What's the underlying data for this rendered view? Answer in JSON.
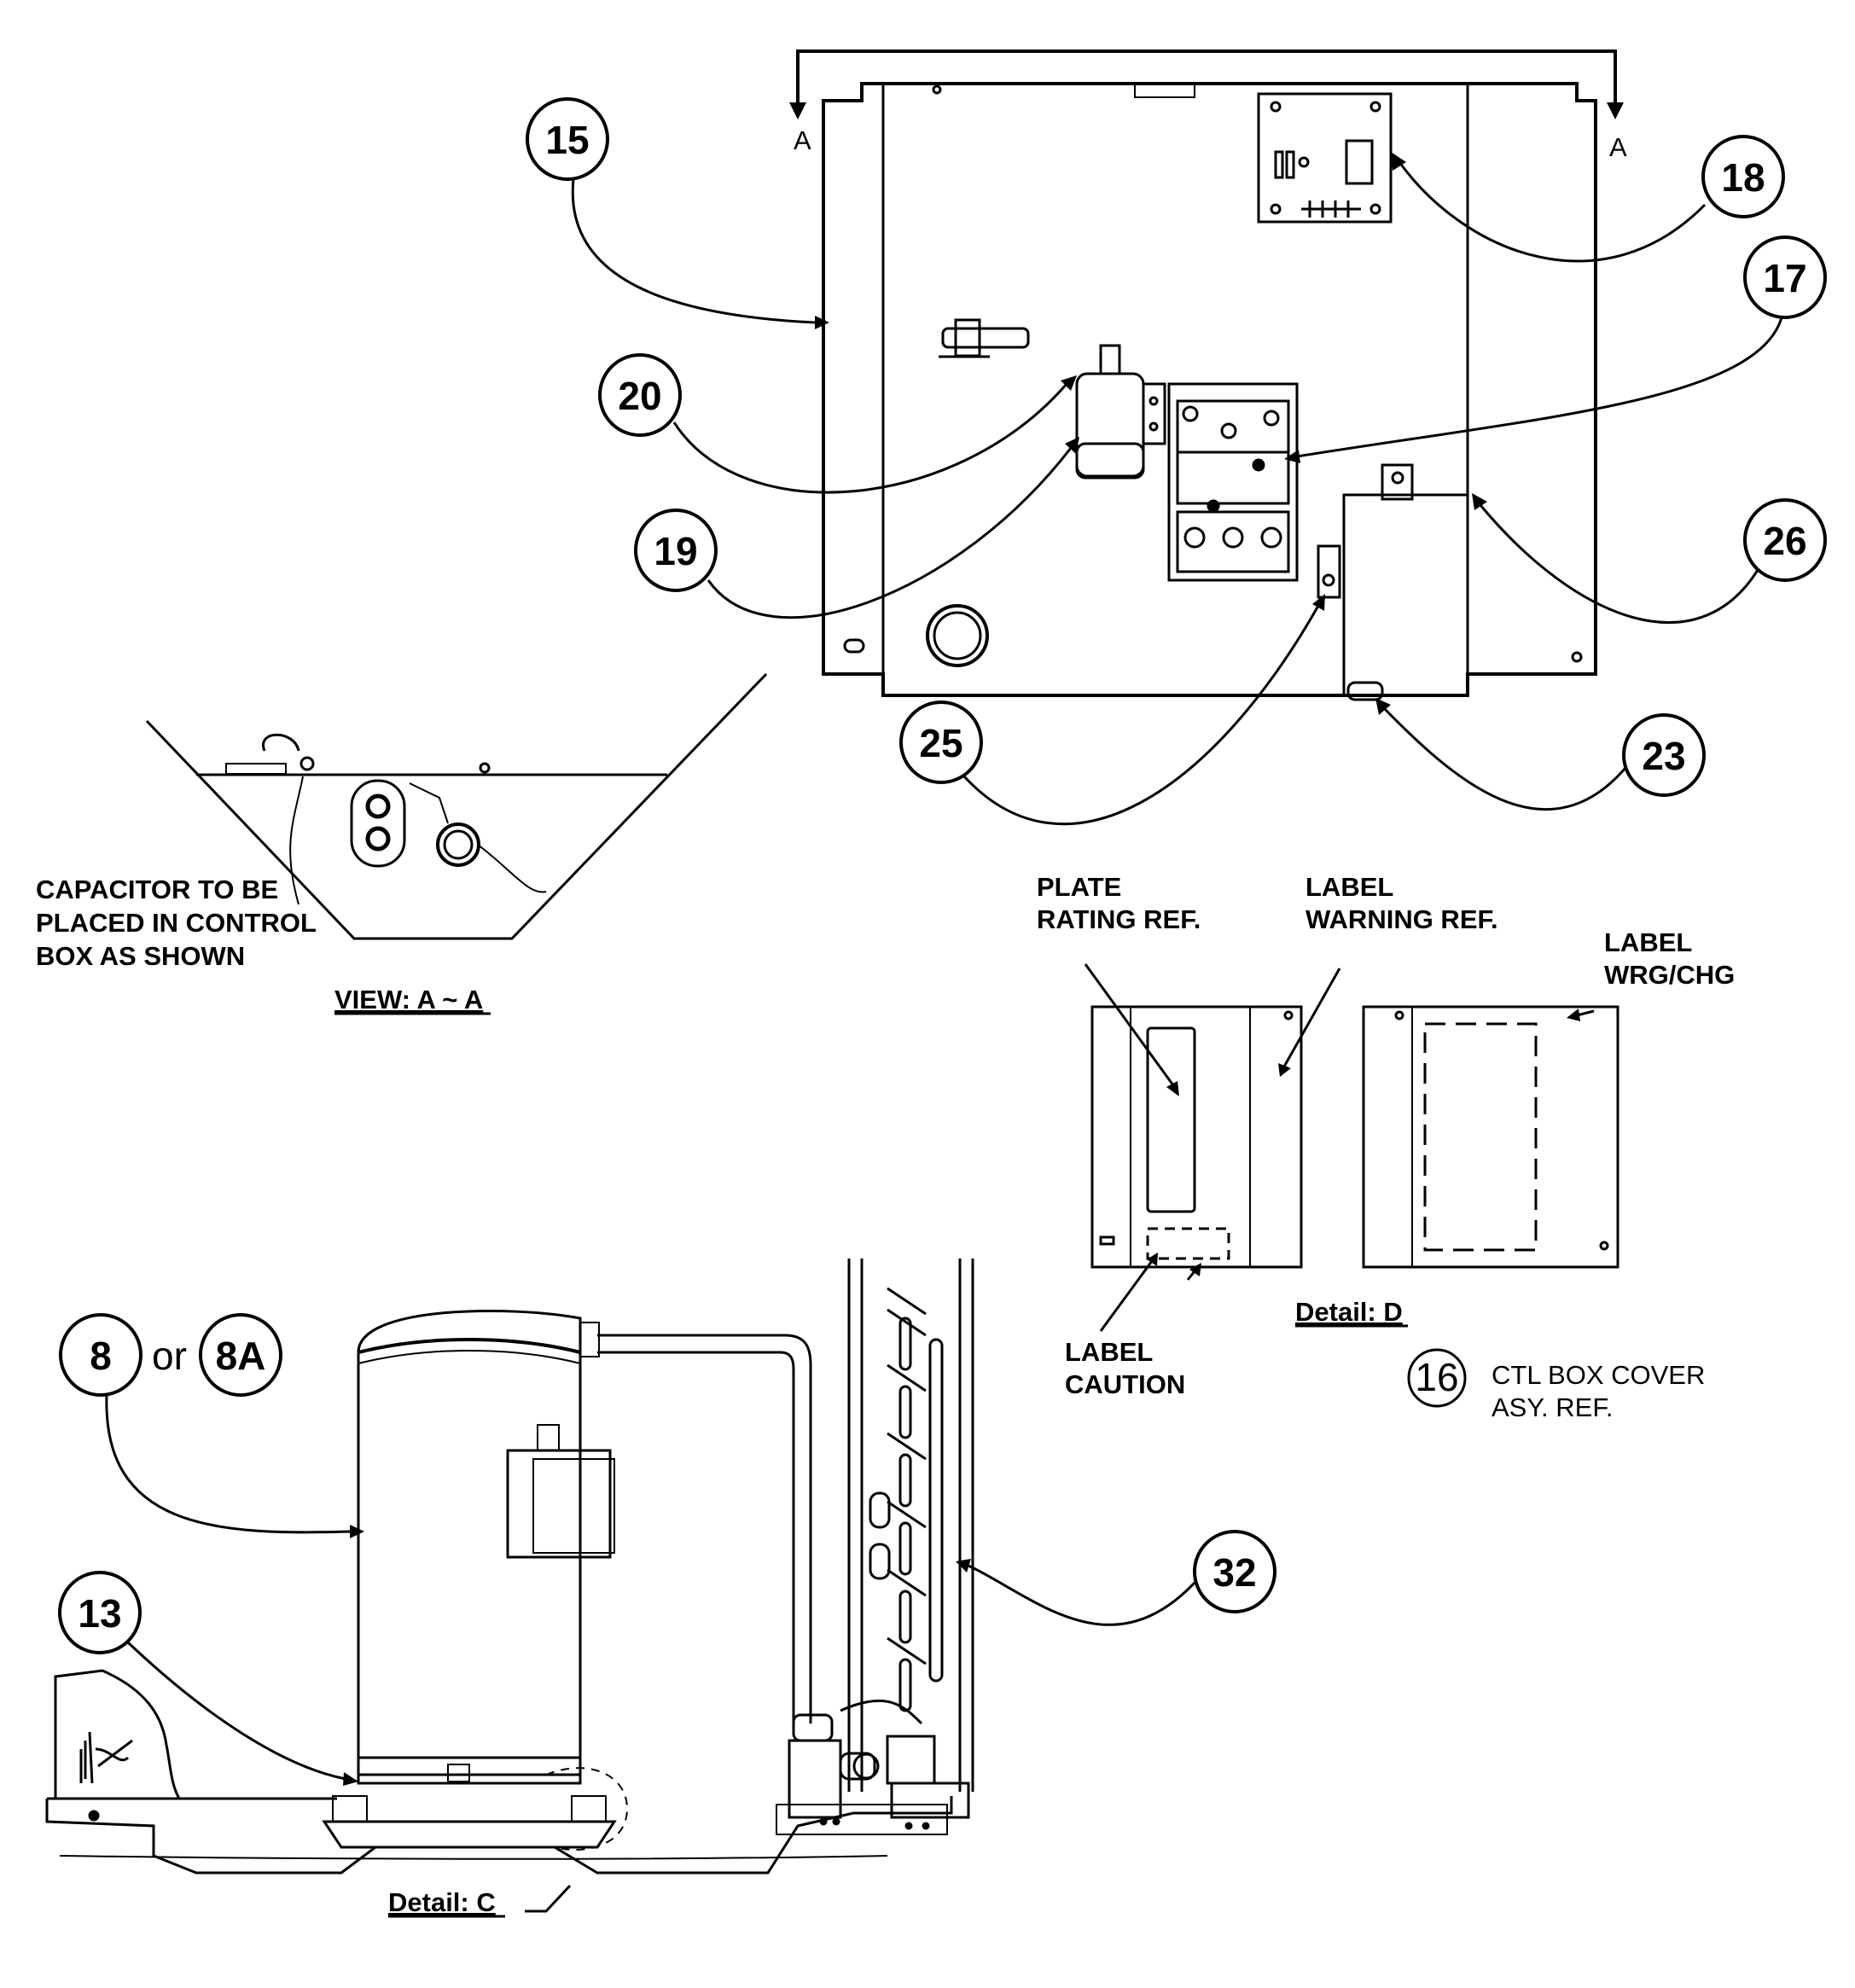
{
  "section_marker": {
    "left": "A",
    "right": "A"
  },
  "callouts": {
    "c15": "15",
    "c18": "18",
    "c17": "17",
    "c20": "20",
    "c19": "19",
    "c26": "26",
    "c25": "25",
    "c23": "23",
    "c8": "8",
    "or": "or",
    "c8a": "8A",
    "c13": "13",
    "c32": "32",
    "c16": "16"
  },
  "view_aa": {
    "note": [
      "CAPACITOR TO BE",
      "PLACED IN CONTROL",
      "BOX AS SHOWN"
    ],
    "title": "VIEW: A ~ A"
  },
  "detail_d": {
    "plate_rating": [
      "PLATE",
      "RATING REF."
    ],
    "label_warning": [
      "LABEL",
      "WARNING REF."
    ],
    "label_wrg": [
      "LABEL",
      "WRG/CHG"
    ],
    "label_caution": [
      "LABEL",
      "CAUTION"
    ],
    "title": "Detail: D",
    "cover_asy": [
      "CTL BOX COVER",
      "ASY. REF."
    ]
  },
  "detail_c": {
    "title": "Detail: C"
  }
}
